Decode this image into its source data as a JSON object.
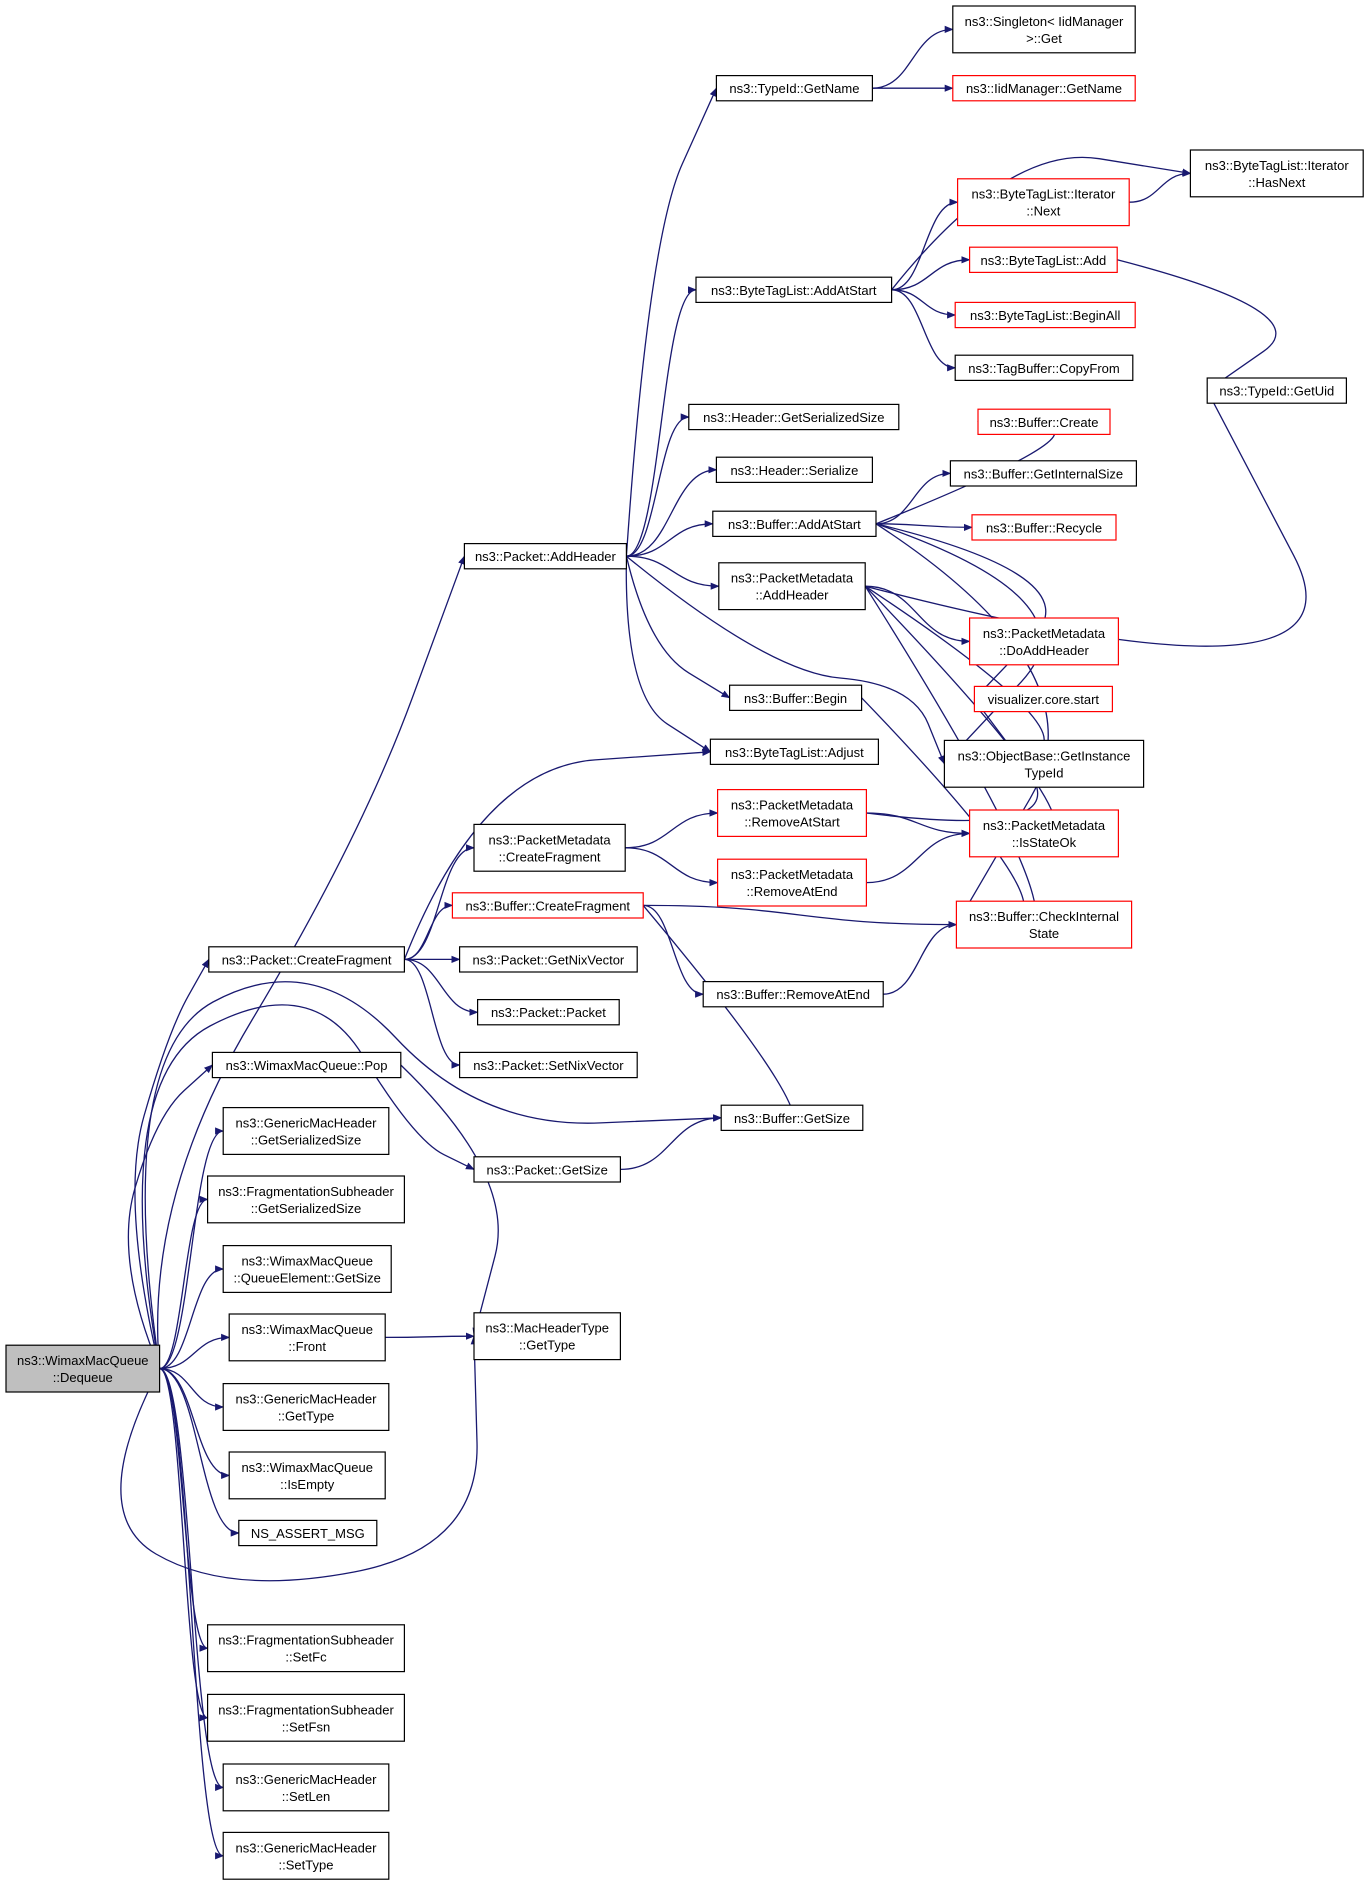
{
  "colors": {
    "edge": "#191970",
    "node_border": "#000000",
    "node_border_incomplete": "#ff0000",
    "root_fill": "#bfbfbf",
    "node_fill": "#ffffff"
  },
  "nodes": {
    "dequeue": {
      "lines": [
        "ns3::WimaxMacQueue",
        "::Dequeue"
      ],
      "style": "root"
    },
    "packet_addheader": {
      "lines": [
        "ns3::Packet::AddHeader"
      ],
      "style": "black"
    },
    "packet_createfragment": {
      "lines": [
        "ns3::Packet::CreateFragment"
      ],
      "style": "black"
    },
    "pop": {
      "lines": [
        "ns3::WimaxMacQueue::Pop"
      ],
      "style": "black"
    },
    "gmh_getserializedsize": {
      "lines": [
        "ns3::GenericMacHeader",
        "::GetSerializedSize"
      ],
      "style": "black"
    },
    "fsh_getserializedsize": {
      "lines": [
        "ns3::FragmentationSubheader",
        "::GetSerializedSize"
      ],
      "style": "black"
    },
    "qe_getsize": {
      "lines": [
        "ns3::WimaxMacQueue",
        "::QueueElement::GetSize"
      ],
      "style": "black"
    },
    "front": {
      "lines": [
        "ns3::WimaxMacQueue",
        "::Front"
      ],
      "style": "black"
    },
    "gmh_gettype": {
      "lines": [
        "ns3::GenericMacHeader",
        "::GetType"
      ],
      "style": "black"
    },
    "isempty": {
      "lines": [
        "ns3::WimaxMacQueue",
        "::IsEmpty"
      ],
      "style": "black"
    },
    "ns_assert_msg": {
      "lines": [
        "NS_ASSERT_MSG"
      ],
      "style": "black"
    },
    "fsh_setfc": {
      "lines": [
        "ns3::FragmentationSubheader",
        "::SetFc"
      ],
      "style": "black"
    },
    "fsh_setfsn": {
      "lines": [
        "ns3::FragmentationSubheader",
        "::SetFsn"
      ],
      "style": "black"
    },
    "gmh_setlen": {
      "lines": [
        "ns3::GenericMacHeader",
        "::SetLen"
      ],
      "style": "black"
    },
    "gmh_settype": {
      "lines": [
        "ns3::GenericMacHeader",
        "::SetType"
      ],
      "style": "black"
    },
    "typeid_getname": {
      "lines": [
        "ns3::TypeId::GetName"
      ],
      "style": "black"
    },
    "btl_addatstart": {
      "lines": [
        "ns3::ByteTagList::AddAtStart"
      ],
      "style": "black"
    },
    "header_getserializedsize": {
      "lines": [
        "ns3::Header::GetSerializedSize"
      ],
      "style": "black"
    },
    "header_serialize": {
      "lines": [
        "ns3::Header::Serialize"
      ],
      "style": "black"
    },
    "buffer_addatstart": {
      "lines": [
        "ns3::Buffer::AddAtStart"
      ],
      "style": "black"
    },
    "pm_addheader": {
      "lines": [
        "ns3::PacketMetadata",
        "::AddHeader"
      ],
      "style": "black"
    },
    "buffer_begin": {
      "lines": [
        "ns3::Buffer::Begin"
      ],
      "style": "black"
    },
    "btl_adjust": {
      "lines": [
        "ns3::ByteTagList::Adjust"
      ],
      "style": "black"
    },
    "pm_createfragment": {
      "lines": [
        "ns3::PacketMetadata",
        "::CreateFragment"
      ],
      "style": "black"
    },
    "buffer_createfragment": {
      "lines": [
        "ns3::Buffer::CreateFragment"
      ],
      "style": "red"
    },
    "packet_getnixvector": {
      "lines": [
        "ns3::Packet::GetNixVector"
      ],
      "style": "black"
    },
    "packet_packet": {
      "lines": [
        "ns3::Packet::Packet"
      ],
      "style": "black"
    },
    "packet_setnixvector": {
      "lines": [
        "ns3::Packet::SetNixVector"
      ],
      "style": "black"
    },
    "packet_getsize": {
      "lines": [
        "ns3::Packet::GetSize"
      ],
      "style": "black"
    },
    "buffer_getsize": {
      "lines": [
        "ns3::Buffer::GetSize"
      ],
      "style": "black"
    },
    "macheadertype_gettype": {
      "lines": [
        "ns3::MacHeaderType",
        "::GetType"
      ],
      "style": "black"
    },
    "singleton_get": {
      "lines": [
        "ns3::Singleton< IidManager",
        " >::Get"
      ],
      "style": "black"
    },
    "iidmanager_getname": {
      "lines": [
        "ns3::IidManager::GetName"
      ],
      "style": "red"
    },
    "btl_iterator_next": {
      "lines": [
        "ns3::ByteTagList::Iterator",
        "::Next"
      ],
      "style": "red"
    },
    "btl_add": {
      "lines": [
        "ns3::ByteTagList::Add"
      ],
      "style": "red"
    },
    "btl_beginall": {
      "lines": [
        "ns3::ByteTagList::BeginAll"
      ],
      "style": "red"
    },
    "tagbuffer_copyfrom": {
      "lines": [
        "ns3::TagBuffer::CopyFrom"
      ],
      "style": "black"
    },
    "buffer_create": {
      "lines": [
        "ns3::Buffer::Create"
      ],
      "style": "red"
    },
    "buffer_getinternalsize": {
      "lines": [
        "ns3::Buffer::GetInternalSize"
      ],
      "style": "black"
    },
    "buffer_recycle": {
      "lines": [
        "ns3::Buffer::Recycle"
      ],
      "style": "red"
    },
    "pm_doaddheader": {
      "lines": [
        "ns3::PacketMetadata",
        "::DoAddHeader"
      ],
      "style": "red"
    },
    "visualizer_core_start": {
      "lines": [
        "visualizer.core.start"
      ],
      "style": "red"
    },
    "objectbase_getinstancetypeid": {
      "lines": [
        "ns3::ObjectBase::GetInstance",
        "TypeId"
      ],
      "style": "black"
    },
    "pm_removeatstart": {
      "lines": [
        "ns3::PacketMetadata",
        "::RemoveAtStart"
      ],
      "style": "red"
    },
    "pm_removeatend": {
      "lines": [
        "ns3::PacketMetadata",
        "::RemoveAtEnd"
      ],
      "style": "red"
    },
    "pm_isstateok": {
      "lines": [
        "ns3::PacketMetadata",
        "::IsStateOk"
      ],
      "style": "red"
    },
    "buffer_checkinternalstate": {
      "lines": [
        "ns3::Buffer::CheckInternal",
        "State"
      ],
      "style": "red"
    },
    "buffer_removeatend": {
      "lines": [
        "ns3::Buffer::RemoveAtEnd"
      ],
      "style": "black"
    },
    "btl_iterator_hasnext": {
      "lines": [
        "ns3::ByteTagList::Iterator",
        "::HasNext"
      ],
      "style": "black"
    },
    "typeid_getuid": {
      "lines": [
        "ns3::TypeId::GetUid"
      ],
      "style": "black"
    }
  }
}
